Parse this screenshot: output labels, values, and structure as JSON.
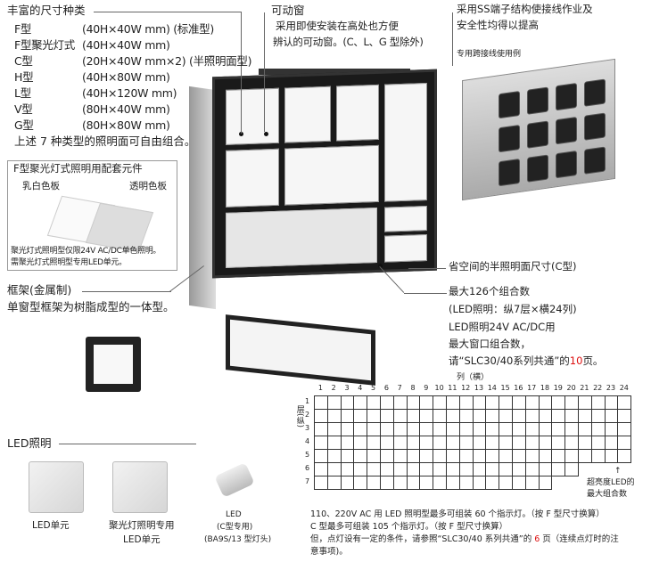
{
  "sizes": {
    "title": "丰富的尺寸种类",
    "items": [
      {
        "type": "F型",
        "dim": "(40H×40W mm) (标准型)"
      },
      {
        "type": "F型聚光灯式",
        "dim": "(40H×40W mm)"
      },
      {
        "type": "C型",
        "dim": "(20H×40W mm×2) (半照明面型)"
      },
      {
        "type": "H型",
        "dim": "(40H×80W mm)"
      },
      {
        "type": "L型",
        "dim": "(40H×120W mm)"
      },
      {
        "type": "V型",
        "dim": "(80H×40W mm)"
      },
      {
        "type": "G型",
        "dim": "(80H×80W mm)"
      }
    ],
    "note": "上述 7 种类型的照明面可自由组合。"
  },
  "movable_window": {
    "title": "可动窗",
    "line1": "采用即使安装在高处也方便",
    "line2": "辨认的可动窗。(C、L、G 型除外)"
  },
  "ss_terminal": {
    "line1": "采用SS端子结构使接线作业及",
    "line2": "安全性均得以提高",
    "example": "专用跨接线使用例"
  },
  "spotlight_kit": {
    "title": "F型聚光灯式照明用配套元件",
    "milky": "乳白色板",
    "clear": "透明色板",
    "note1": "聚光灯式照明型仅限24V AC/DC单色照明。",
    "note2": "需聚光灯式照明型专用LED单元。"
  },
  "frame": {
    "title": "框架(金属制)",
    "desc": "单窗型框架为树脂成型的一体型。"
  },
  "c_type": "省空间的半照明面尺寸(C型)",
  "max_combo": {
    "line1": "最大126个组合数",
    "line2": "(LED照明：纵7层×横24列)",
    "line3": "LED照明24V AC/DC用",
    "line4": "最大窗口组合数，",
    "line5_pre": "请“SLC30/40系列共通”的",
    "line5_page": "10",
    "line5_post": "页。"
  },
  "led": {
    "title": "LED照明",
    "unit": "LED单元",
    "spot_unit1": "聚光灯照明专用",
    "spot_unit2": "LED单元",
    "lamp1": "LED",
    "lamp2": "(C型专用)",
    "lamp3": "(BA9S/13 型灯头)"
  },
  "grid": {
    "col_label": "列（横）",
    "row_label": "层(纵)",
    "columns": [
      "1",
      "2",
      "3",
      "4",
      "5",
      "6",
      "7",
      "8",
      "9",
      "10",
      "11",
      "12",
      "13",
      "14",
      "15",
      "16",
      "17",
      "18",
      "19",
      "20",
      "21",
      "22",
      "23",
      "24"
    ],
    "rows": [
      "1",
      "2",
      "3",
      "4",
      "5",
      "6",
      "7"
    ],
    "row_lengths": [
      24,
      24,
      24,
      24,
      24,
      20,
      18
    ],
    "arrow": "↑",
    "note1": "超亮度LED的",
    "note2": "最大组合数"
  },
  "footer": {
    "line1": "110、220V AC 用 LED 照明型最多可组装 60 个指示灯。（按 F 型尺寸换算）",
    "line2": "C 型最多可组装 105 个指示灯。（按 F 型尺寸换算）",
    "line3_pre": "但，点灯设有一定的条件，请参照“SLC30/40 系列共通”的 ",
    "line3_page": "6",
    "line3_post": " 页（连续点灯时的注",
    "line4": "意事项)。"
  }
}
